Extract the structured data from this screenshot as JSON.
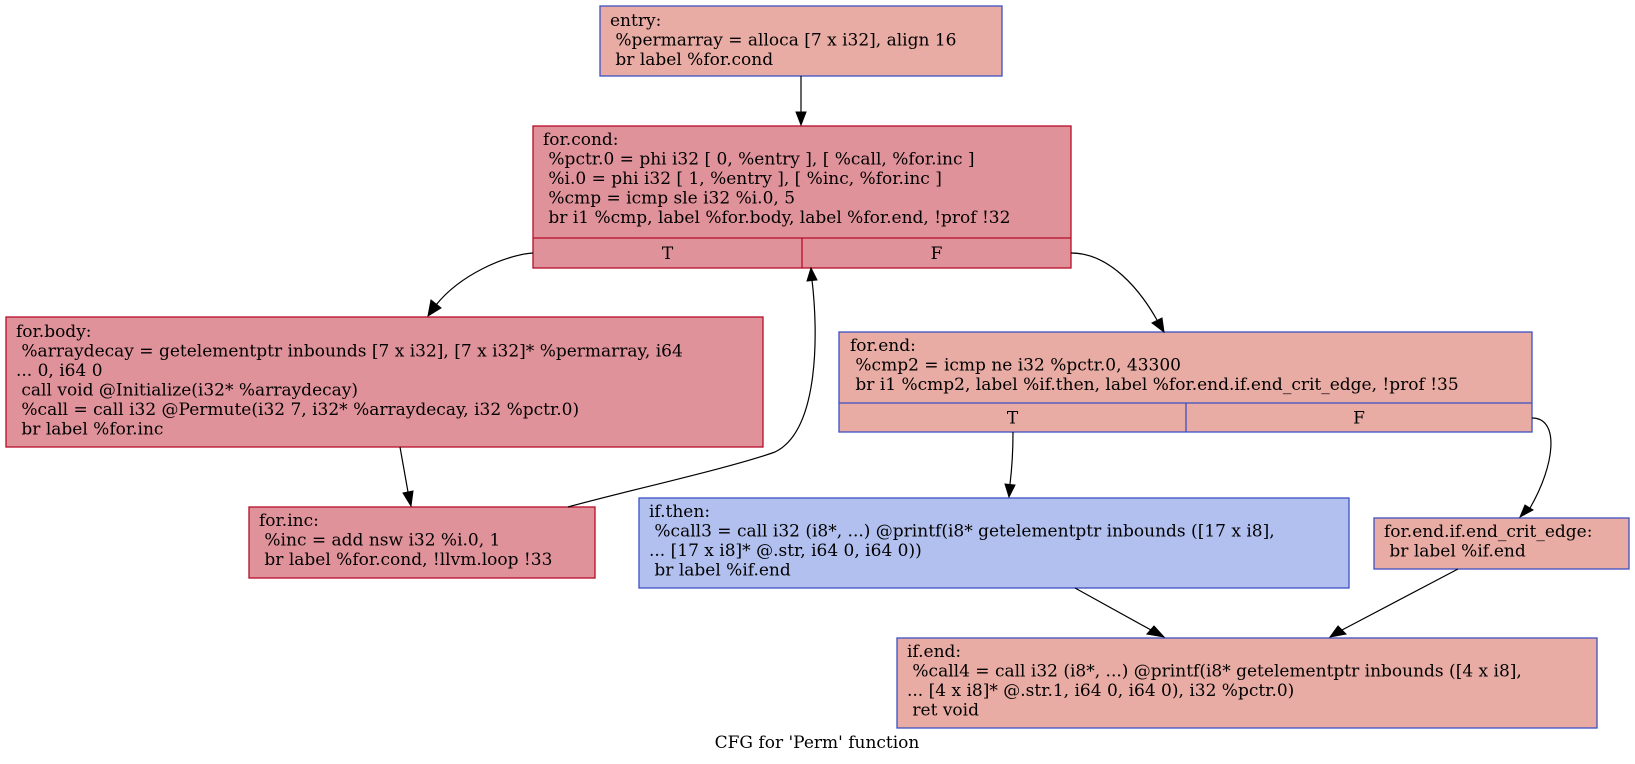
{
  "caption": "CFG for 'Perm' function",
  "colors": {
    "fill_salmon": "#e8aca4",
    "fill_red": "#e0929b",
    "fill_blue": "#b2c0ef",
    "border_blue": "#3d50c3",
    "border_red": "#b70d28"
  },
  "nodes": {
    "entry": {
      "lines": [
        "entry:",
        " %permarray = alloca [7 x i32], align 16",
        " br label %for.cond"
      ]
    },
    "for_cond": {
      "lines": [
        "for.cond:",
        " %pctr.0 = phi i32 [ 0, %entry ], [ %call, %for.inc ]",
        " %i.0 = phi i32 [ 1, %entry ], [ %inc, %for.inc ]",
        " %cmp = icmp sle i32 %i.0, 5",
        " br i1 %cmp, label %for.body, label %for.end, !prof !32"
      ],
      "ports": [
        "T",
        "F"
      ]
    },
    "for_body": {
      "lines": [
        "for.body:",
        " %arraydecay = getelementptr inbounds [7 x i32], [7 x i32]* %permarray, i64",
        "... 0, i64 0",
        " call void @Initialize(i32* %arraydecay)",
        " %call = call i32 @Permute(i32 7, i32* %arraydecay, i32 %pctr.0)",
        " br label %for.inc"
      ]
    },
    "for_end": {
      "lines": [
        "for.end:",
        " %cmp2 = icmp ne i32 %pctr.0, 43300",
        " br i1 %cmp2, label %if.then, label %for.end.if.end_crit_edge, !prof !35"
      ],
      "ports": [
        "T",
        "F"
      ]
    },
    "for_inc": {
      "lines": [
        "for.inc:",
        " %inc = add nsw i32 %i.0, 1",
        " br label %for.cond, !llvm.loop !33"
      ]
    },
    "if_then": {
      "lines": [
        "if.then:",
        " %call3 = call i32 (i8*, ...) @printf(i8* getelementptr inbounds ([17 x i8],",
        "... [17 x i8]* @.str, i64 0, i64 0))",
        " br label %if.end"
      ]
    },
    "crit_edge": {
      "lines": [
        "for.end.if.end_crit_edge:",
        " br label %if.end"
      ]
    },
    "if_end": {
      "lines": [
        "if.end:",
        " %call4 = call i32 (i8*, ...) @printf(i8* getelementptr inbounds ([4 x i8],",
        "... [4 x i8]* @.str.1, i64 0, i64 0), i32 %pctr.0)",
        " ret void"
      ]
    }
  }
}
